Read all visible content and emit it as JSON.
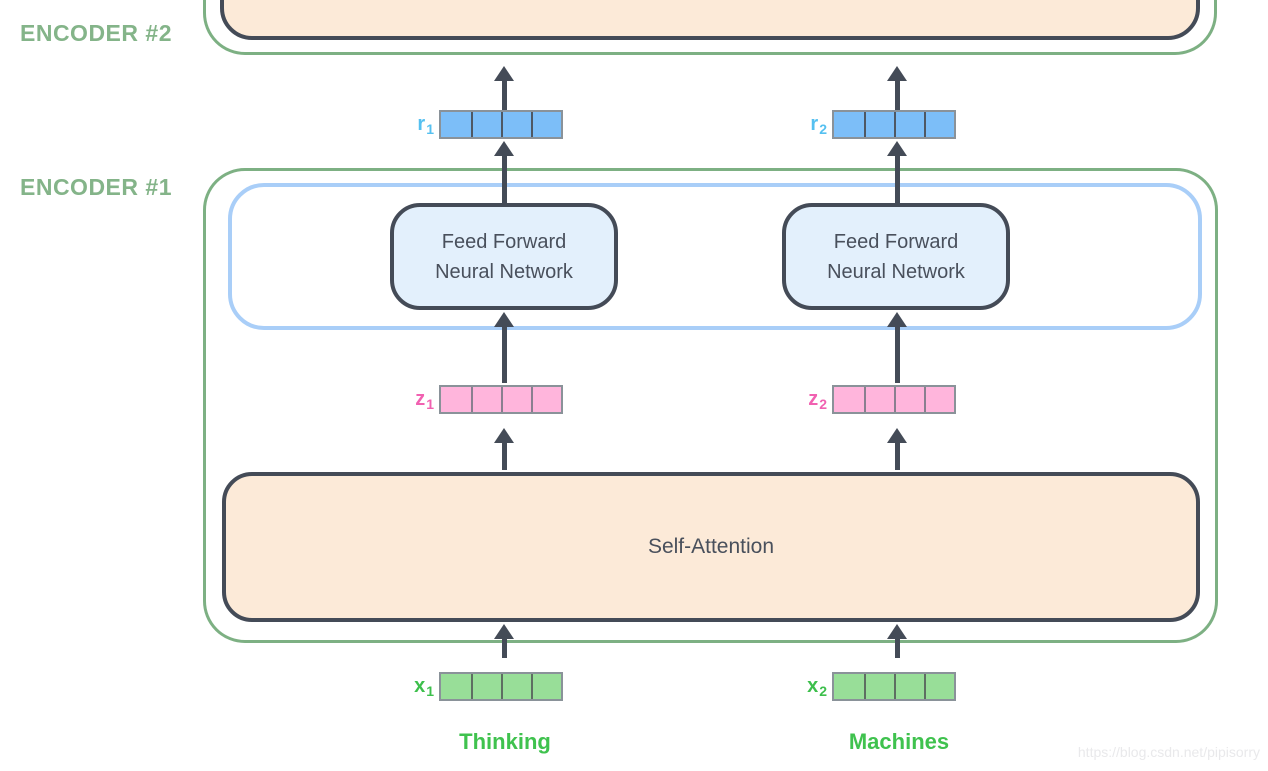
{
  "colors": {
    "dark": "#444B57",
    "text_dark": "#49505C",
    "green_line": "#7DB083",
    "green_text": "#84B489",
    "blue_outline": "#A9CEF8",
    "ffnn_fill": "#E3F0FC",
    "peach_fill": "#FCEAD8",
    "cell_blue": "#7CBEF8",
    "cell_pink": "#FFB5DC",
    "cell_green": "#98DE98",
    "vec_border": "#8A9299",
    "div_blue": "#4E5864",
    "div_pink": "#8A7F90",
    "div_green": "#5E6E62",
    "label_blue": "#55C0F0",
    "label_pink": "#F161B1",
    "label_green": "#3DBF4C",
    "word_green": "#3FC24E",
    "watermark_gray": "#E9E9EB"
  },
  "encoders": {
    "encoder2_label": "ENCODER #2",
    "encoder1_label": "ENCODER #1"
  },
  "blocks": {
    "ffnn_line1": "Feed Forward",
    "ffnn_line2": "Neural Network",
    "self_attention": "Self-Attention"
  },
  "vectors": {
    "r1": {
      "letter": "r",
      "sub": "1"
    },
    "r2": {
      "letter": "r",
      "sub": "2"
    },
    "z1": {
      "letter": "z",
      "sub": "1"
    },
    "z2": {
      "letter": "z",
      "sub": "2"
    },
    "x1": {
      "letter": "x",
      "sub": "1"
    },
    "x2": {
      "letter": "x",
      "sub": "2"
    }
  },
  "words": {
    "word1": "Thinking",
    "word2": "Machines"
  },
  "watermark": "https://blog.csdn.net/pipisorry"
}
